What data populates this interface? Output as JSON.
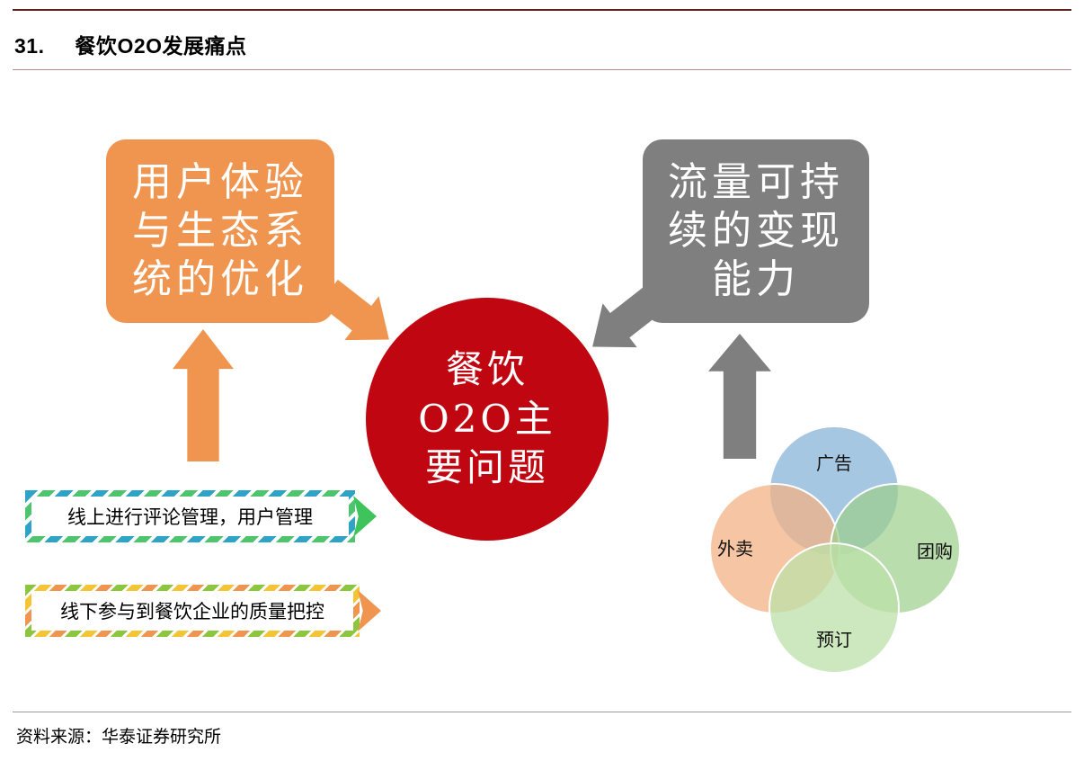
{
  "header": {
    "number": "31.",
    "title": "餐饮O2O发展痛点"
  },
  "diagram": {
    "left_box": {
      "lines": [
        "用户体验",
        "与生态系",
        "统的优化"
      ],
      "color": "#F0954F"
    },
    "right_box": {
      "lines": [
        "流量可持",
        "续的变现",
        "能力"
      ],
      "color": "#7F7F7F"
    },
    "center_circle": {
      "lines": [
        "餐饮",
        "O2O主",
        "要问题"
      ],
      "color": "#C00711"
    },
    "banners": [
      {
        "text": "线上进行评论管理，用户管理",
        "tip_color": "#3FC35B"
      },
      {
        "text": "线下参与到餐饮企业的质量把控",
        "tip_color": "#F0954F"
      }
    ],
    "venn": {
      "circles": [
        {
          "label": "广告",
          "color": "#8FB9D9"
        },
        {
          "label": "外卖",
          "color": "#F3B286"
        },
        {
          "label": "团购",
          "color": "#9CCF8C"
        },
        {
          "label": "预订",
          "color": "#BCE0A8"
        }
      ]
    }
  },
  "footer": {
    "source": "资料来源：华泰证券研究所"
  }
}
